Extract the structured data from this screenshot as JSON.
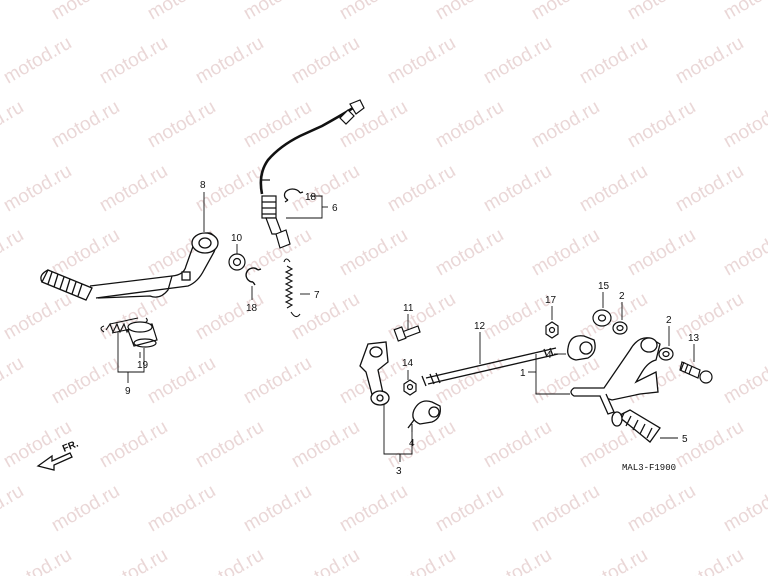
{
  "watermark": "motod.ru",
  "diagram_code": "MAL3-F1900",
  "direction_label": "FR.",
  "callouts": {
    "c1": "1",
    "c2a": "2",
    "c2b": "2",
    "c3": "3",
    "c4a": "4",
    "c4b": "4",
    "c5": "5",
    "c6": "6",
    "c7": "7",
    "c8": "8",
    "c9": "9",
    "c10": "10",
    "c11": "11",
    "c12": "12",
    "c13": "13",
    "c14": "14",
    "c15": "15",
    "c17": "17",
    "c18a": "18",
    "c18b": "18",
    "c19": "19"
  },
  "colors": {
    "line": "#111111",
    "watermark": "#d9b7b7",
    "background": "#ffffff"
  }
}
